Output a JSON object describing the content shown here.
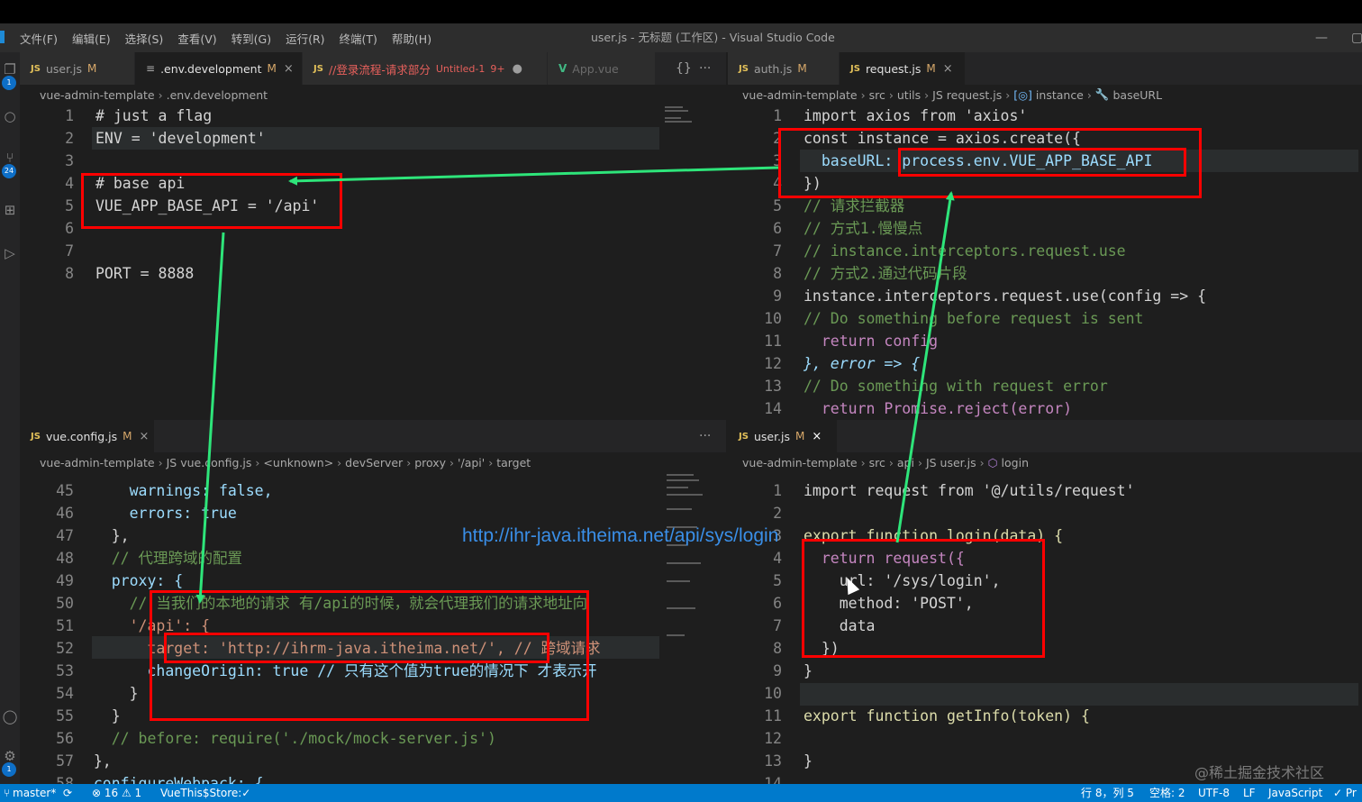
{
  "menu": [
    "文件(F)",
    "编辑(E)",
    "选择(S)",
    "查看(V)",
    "转到(G)",
    "运行(R)",
    "终端(T)",
    "帮助(H)"
  ],
  "window_title": "user.js - 无标题 (工作区) - Visual Studio Code",
  "activity_badges": [
    "1",
    "24",
    "1"
  ],
  "pane_tl": {
    "tabs": [
      {
        "icon": "JS",
        "label": "user.js",
        "mod": "M",
        "close": ""
      },
      {
        "icon": "≡",
        "label": ".env.development",
        "mod": "M",
        "close": "×"
      },
      {
        "icon": "JS",
        "label": "//登录流程-请求部分",
        "sub": "Untitled-1",
        "mod": "9+",
        "close": "●"
      },
      {
        "icon": "V",
        "label": "App.vue",
        "mod": "",
        "close": ""
      }
    ],
    "crumbs": [
      "vue-admin-template",
      ".env.development"
    ],
    "lines": [
      {
        "n": "1",
        "t": "# just a flag"
      },
      {
        "n": "2",
        "t": "ENV = 'development'"
      },
      {
        "n": "3",
        "t": ""
      },
      {
        "n": "4",
        "t": "# base api"
      },
      {
        "n": "5",
        "t": "VUE_APP_BASE_API = '/api'"
      },
      {
        "n": "6",
        "t": ""
      },
      {
        "n": "7",
        "t": ""
      },
      {
        "n": "8",
        "t": "PORT = 8888"
      }
    ]
  },
  "pane_tr": {
    "tabs": [
      {
        "icon": "JS",
        "label": "auth.js",
        "mod": "M",
        "close": ""
      },
      {
        "icon": "JS",
        "label": "request.js",
        "mod": "M",
        "close": "×"
      }
    ],
    "crumbs": [
      "vue-admin-template",
      "src",
      "utils",
      "JS request.js",
      "instance",
      "baseURL"
    ],
    "lines": [
      {
        "n": "1",
        "t": "import axios from 'axios'"
      },
      {
        "n": "2",
        "t": "const instance = axios.create({"
      },
      {
        "n": "3",
        "t": "  baseURL: process.env.VUE_APP_BASE_API"
      },
      {
        "n": "4",
        "t": "})"
      },
      {
        "n": "5",
        "t": "// 请求拦截器"
      },
      {
        "n": "6",
        "t": "// 方式1.慢慢点"
      },
      {
        "n": "7",
        "t": "// instance.interceptors.request.use"
      },
      {
        "n": "8",
        "t": "// 方式2.通过代码片段"
      },
      {
        "n": "9",
        "t": "instance.interceptors.request.use(config => {"
      },
      {
        "n": "10",
        "t": "// Do something before request is sent"
      },
      {
        "n": "11",
        "t": "  return config"
      },
      {
        "n": "12",
        "t": "}, error => {"
      },
      {
        "n": "13",
        "t": "// Do something with request error"
      },
      {
        "n": "14",
        "t": "  return Promise.reject(error)"
      }
    ]
  },
  "pane_bl": {
    "tabs": [
      {
        "icon": "JS",
        "label": "vue.config.js",
        "mod": "M",
        "close": "×"
      }
    ],
    "crumbs": [
      "vue-admin-template",
      "JS vue.config.js",
      "<unknown>",
      "devServer",
      "proxy",
      "'/api'",
      "target"
    ],
    "lines": [
      {
        "n": "45",
        "t": "      warnings: false,"
      },
      {
        "n": "46",
        "t": "      errors: true"
      },
      {
        "n": "47",
        "t": "    },"
      },
      {
        "n": "48",
        "t": "    // 代理跨域的配置"
      },
      {
        "n": "49",
        "t": "    proxy: {"
      },
      {
        "n": "50",
        "t": "      // 当我们的本地的请求 有/api的时候，就会代理我们的请求地址向"
      },
      {
        "n": "51",
        "t": "      '/api': {"
      },
      {
        "n": "52",
        "t": "        target: 'http://ihrm-java.itheima.net/', // 跨域请求"
      },
      {
        "n": "53",
        "t": "        changeOrigin: true // 只有这个值为true的情况下 才表示开"
      },
      {
        "n": "54",
        "t": "      }"
      },
      {
        "n": "55",
        "t": "    }"
      },
      {
        "n": "56",
        "t": "    // before: require('./mock/mock-server.js')"
      },
      {
        "n": "57",
        "t": "  },"
      },
      {
        "n": "58",
        "t": "  configureWebpack: {"
      }
    ]
  },
  "pane_br": {
    "tabs": [
      {
        "icon": "JS",
        "label": "user.js",
        "mod": "M",
        "close": "×"
      }
    ],
    "crumbs": [
      "vue-admin-template",
      "src",
      "api",
      "JS user.js",
      "login"
    ],
    "lines": [
      {
        "n": "1",
        "t": "import request from '@/utils/request'"
      },
      {
        "n": "2",
        "t": ""
      },
      {
        "n": "3",
        "t": "export function login(data) {"
      },
      {
        "n": "4",
        "t": "  return request({"
      },
      {
        "n": "5",
        "t": "    url: '/sys/login',"
      },
      {
        "n": "6",
        "t": "    method: 'POST',"
      },
      {
        "n": "7",
        "t": "    data"
      },
      {
        "n": "8",
        "t": "  })"
      },
      {
        "n": "9",
        "t": "}"
      },
      {
        "n": "10",
        "t": ""
      },
      {
        "n": "11",
        "t": "export function getInfo(token) {"
      },
      {
        "n": "12",
        "t": ""
      },
      {
        "n": "13",
        "t": "}"
      },
      {
        "n": "14",
        "t": ""
      }
    ]
  },
  "annotation_url": "http://ihr-java.itheima.net/api/sys/login",
  "status": {
    "branch": "master*",
    "sync": "⟳",
    "problems": "⊗ 16 ⚠ 1",
    "store": "VueThis$Store:✓",
    "position": "行 8，列 5",
    "spaces": "空格: 2",
    "encoding": "UTF-8",
    "eol": "LF",
    "language": "JavaScript",
    "prettier": "✓ Pr"
  },
  "watermark": "@稀土掘金技术社区",
  "colors": {
    "statusbar": "#007acc",
    "annotation_box": "#ff0000",
    "arrow": "#2ee57a"
  }
}
